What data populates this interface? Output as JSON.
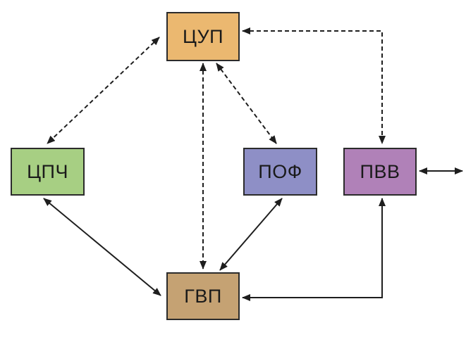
{
  "nodes": {
    "cup": {
      "label": "ЦУП",
      "color": "#ebb870"
    },
    "cpch": {
      "label": "ЦПЧ",
      "color": "#a7cf83"
    },
    "pof": {
      "label": "ПОФ",
      "color": "#8e8fc6"
    },
    "pvv": {
      "label": "ПВВ",
      "color": "#b081b8"
    },
    "gvp": {
      "label": "ГВП",
      "color": "#c5a273"
    }
  },
  "edges": [
    {
      "from": "cup",
      "to": "cpch",
      "style": "dashed",
      "direction": "both"
    },
    {
      "from": "cup",
      "to": "gvp",
      "style": "dashed",
      "direction": "both"
    },
    {
      "from": "cup",
      "to": "pof",
      "style": "dashed",
      "direction": "both"
    },
    {
      "from": "cup",
      "to": "pvv",
      "style": "dashed",
      "direction": "both"
    },
    {
      "from": "cpch",
      "to": "gvp",
      "style": "solid",
      "direction": "both"
    },
    {
      "from": "pof",
      "to": "gvp",
      "style": "solid",
      "direction": "both"
    },
    {
      "from": "gvp",
      "to": "pvv",
      "style": "solid",
      "direction": "both"
    },
    {
      "from": "pvv",
      "to": "external",
      "style": "solid",
      "direction": "both"
    }
  ]
}
